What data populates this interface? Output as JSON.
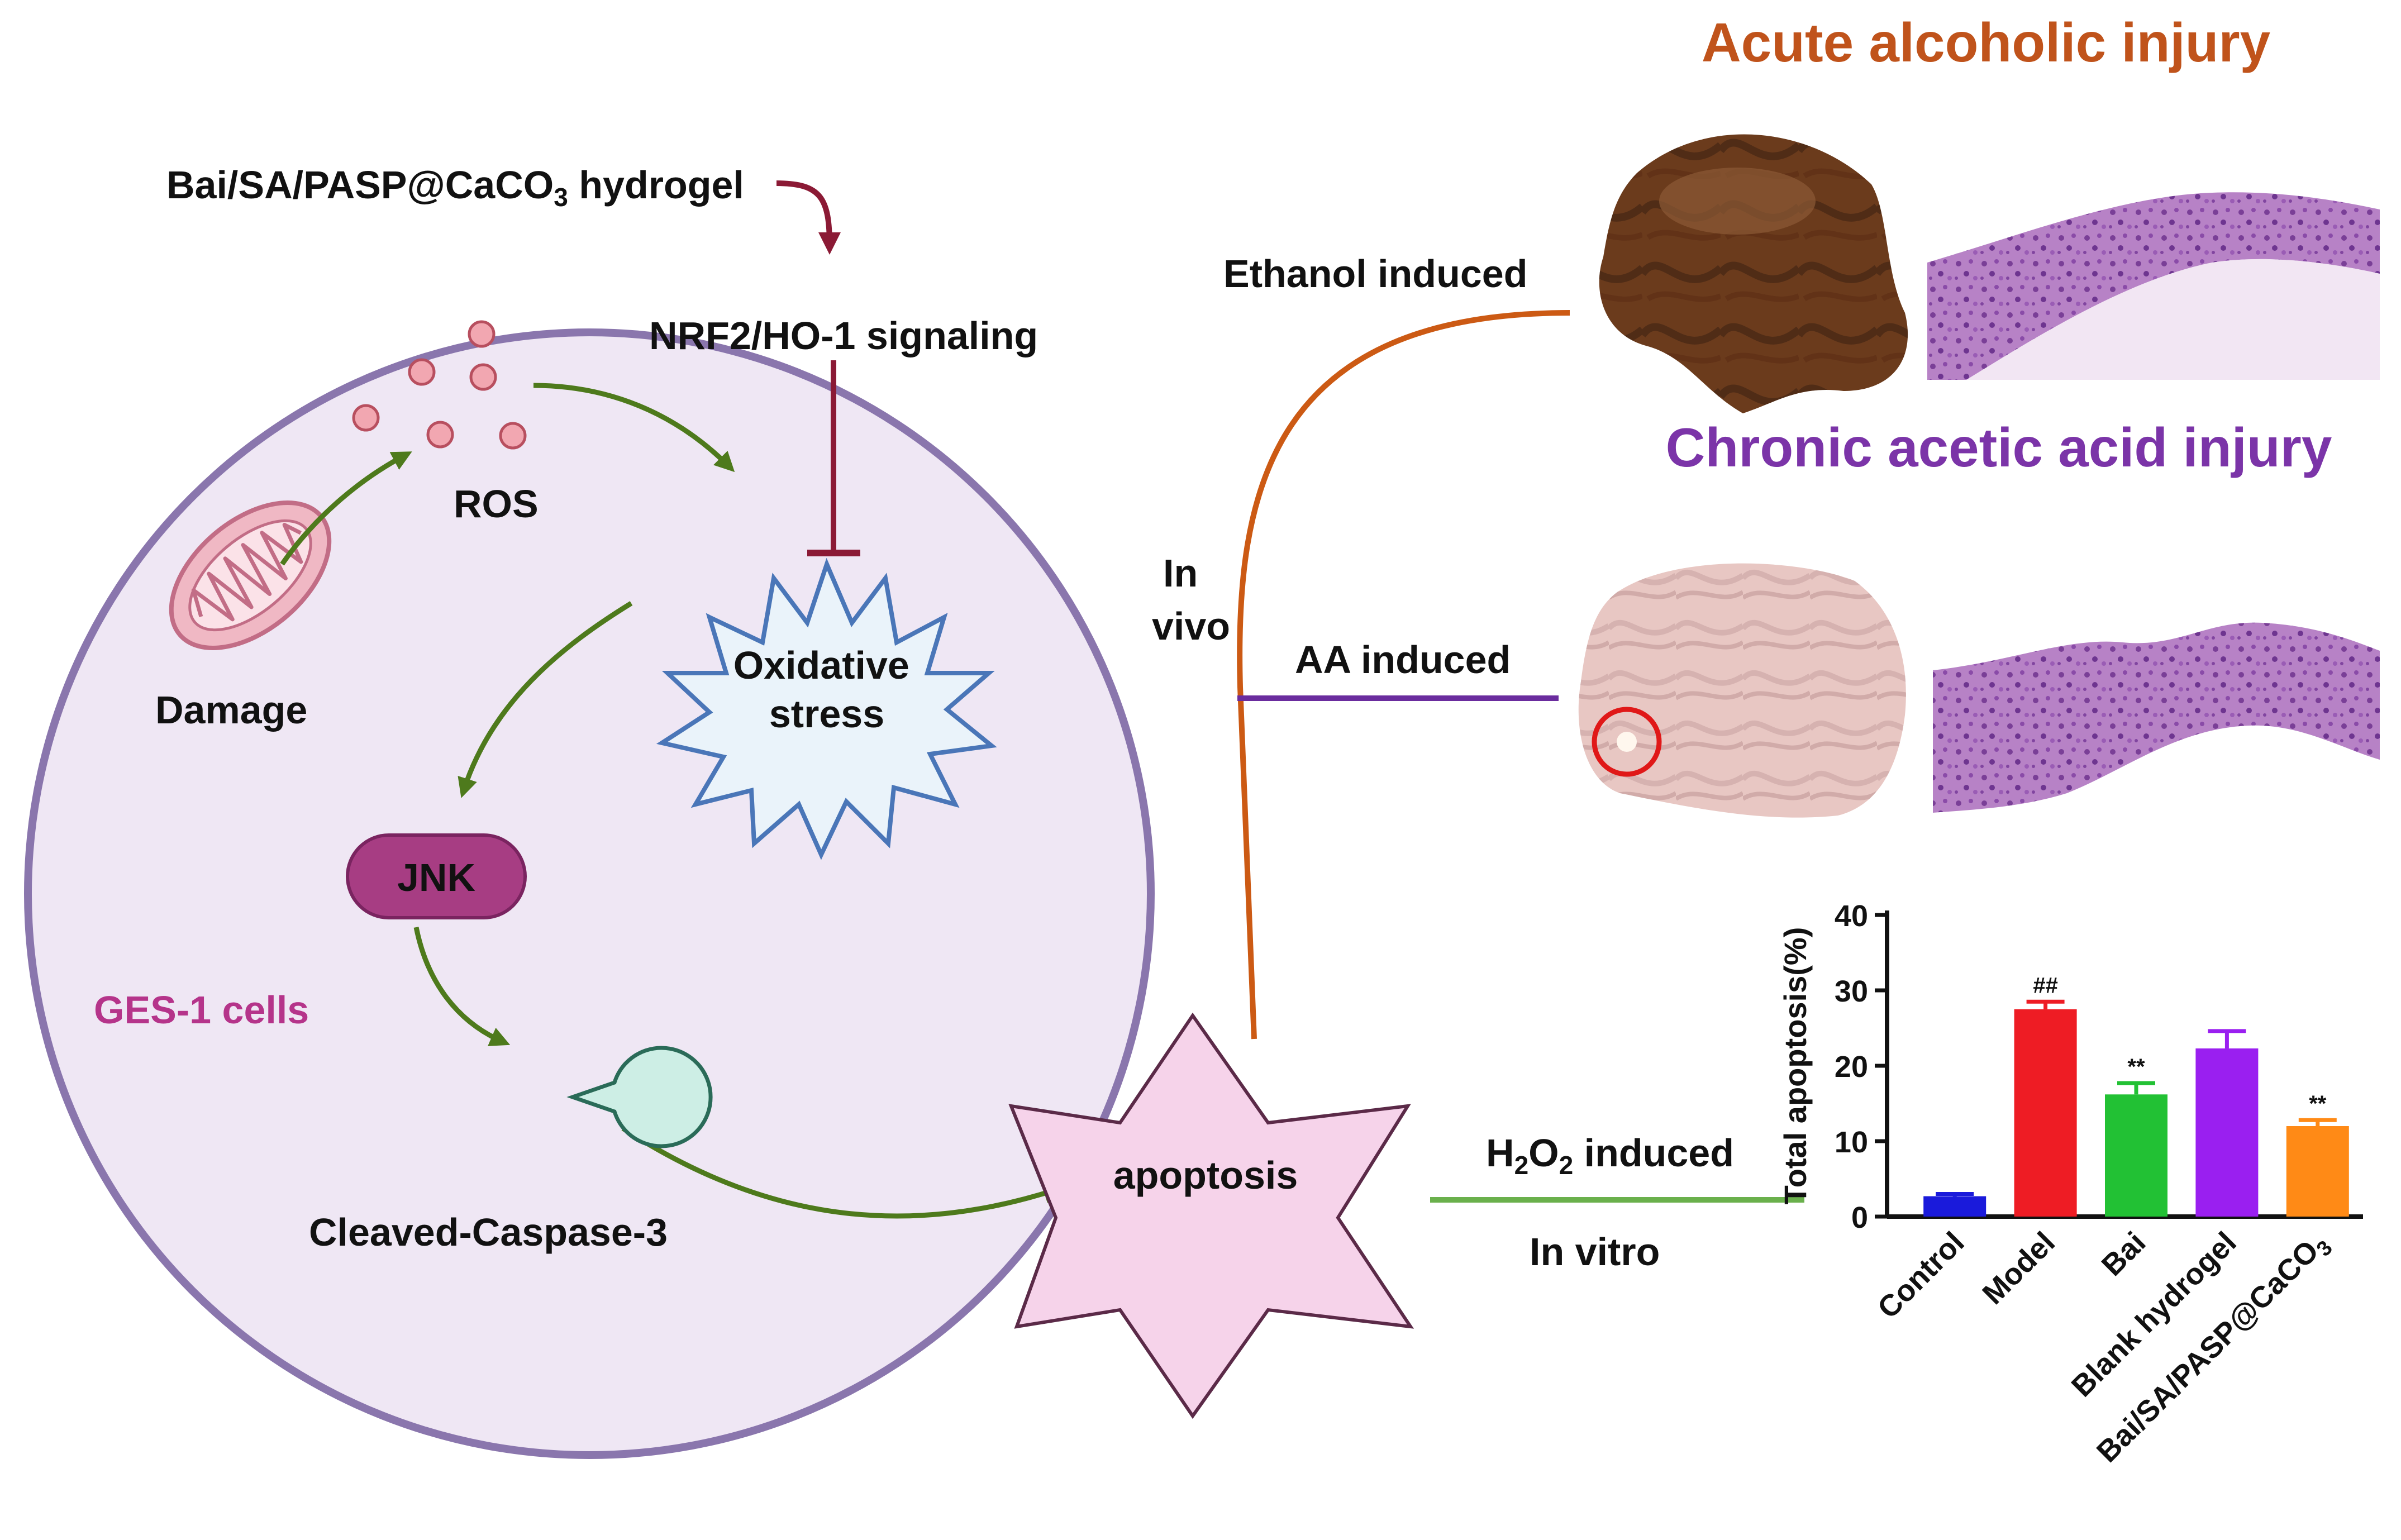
{
  "labels": {
    "acute": "Acute alcoholic injury",
    "chronic": "Chronic acetic acid injury",
    "hydrogel_prefix": "Bai/SA/PASP@CaCO",
    "hydrogel_sub": "3",
    "hydrogel_suffix": " hydrogel",
    "nrf2": "NRF2/HO-1 signaling",
    "ros": "ROS",
    "damage": "Damage",
    "oxidative_1": "Oxidative",
    "oxidative_2": "stress",
    "jnk": "JNK",
    "ges": "GES-1 cells",
    "caspase": "Cleaved-Caspase-3",
    "apoptosis": "apoptosis",
    "ethanol": "Ethanol induced",
    "in_vivo_1": "In",
    "in_vivo_2": "vivo",
    "aa": "AA induced",
    "h2o2_h": "H",
    "h2o2_2a": "2",
    "h2o2_o": "O",
    "h2o2_2b": "2",
    "h2o2_rest": " induced",
    "in_vitro": "In vitro"
  },
  "colors": {
    "acute": "#c0531b",
    "chronic": "#7b34a8",
    "ges": "#b5348a",
    "inhibit": "#8b1a35",
    "arrow_green": "#4e7a1c",
    "cell_fill": "#efe7f4",
    "cell_stroke": "#8a76ad",
    "jnk_fill": "#a73d83",
    "apoptosis_fill": "#f6d3ea",
    "ethanol_line": "#cc5a14",
    "aa_line": "#6a2c9e",
    "h2o2_line": "#6ab04c"
  },
  "chart_data": {
    "type": "bar",
    "categories": [
      "Control",
      "Model",
      "Bai",
      "Blank hydrogel",
      "Bai/SA/PASP@CaCO3"
    ],
    "values": [
      2.7,
      27.5,
      16.2,
      22.3,
      12.0
    ],
    "errors": [
      0.3,
      1.0,
      1.5,
      2.3,
      0.8
    ],
    "bar_colors": [
      "#1a1adb",
      "#ee1c24",
      "#22c134",
      "#9a1ff0",
      "#ff8a16"
    ],
    "annotations": [
      "",
      "##",
      "**",
      "",
      "**"
    ],
    "ylabel": "Total apoptosis(%)",
    "yticks": [
      0,
      10,
      20,
      30,
      40
    ],
    "ylim": [
      0,
      40
    ]
  }
}
